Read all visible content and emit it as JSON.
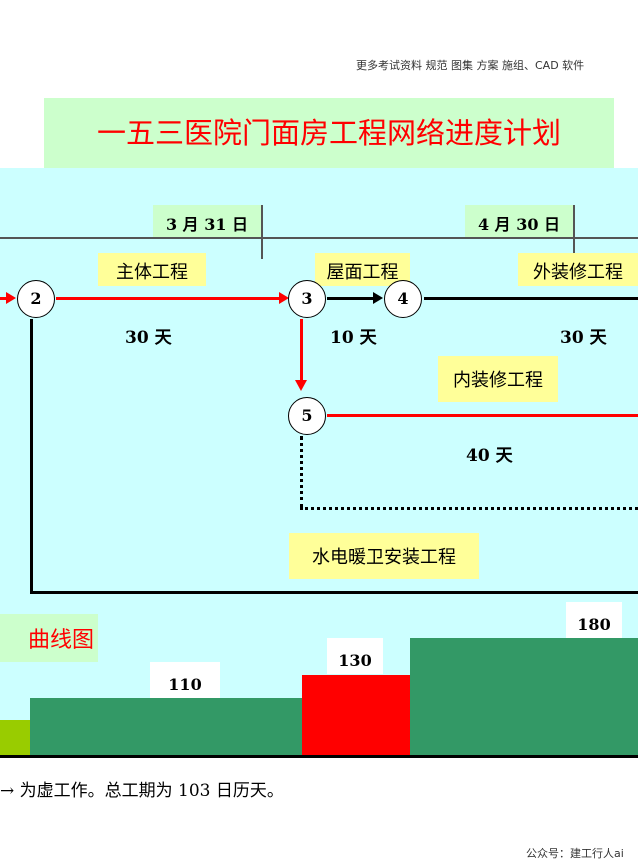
{
  "header": {
    "top_note": "更多考试资料 规范 图集 方案 施组、CAD 软件",
    "title": "一五三医院门面房工程网络进度计划"
  },
  "timeline": {
    "dates": [
      "3 月 31 日",
      "4 月 30 日"
    ]
  },
  "network": {
    "nodes": [
      "2",
      "3",
      "4",
      "5"
    ],
    "activities": [
      {
        "label": "主体工程",
        "duration": "30 天"
      },
      {
        "label": "屋面工程",
        "duration": "10 天"
      },
      {
        "label": "外装修工程",
        "duration": "30 天"
      },
      {
        "label": "内装修工程",
        "duration": "40 天"
      },
      {
        "label": "水电暖卫安装工程",
        "duration": ""
      }
    ]
  },
  "chart": {
    "title": "曲线图",
    "bars": [
      {
        "value": "",
        "color": "#99cc00"
      },
      {
        "value": "110",
        "color": "#339966"
      },
      {
        "value": "130",
        "color": "#ff0000"
      },
      {
        "value": "180",
        "color": "#339966"
      }
    ]
  },
  "notes": {
    "legend": "→ 为虚工作。总工期为 103 日历天。",
    "footer": "公众号：建工行人ai"
  }
}
